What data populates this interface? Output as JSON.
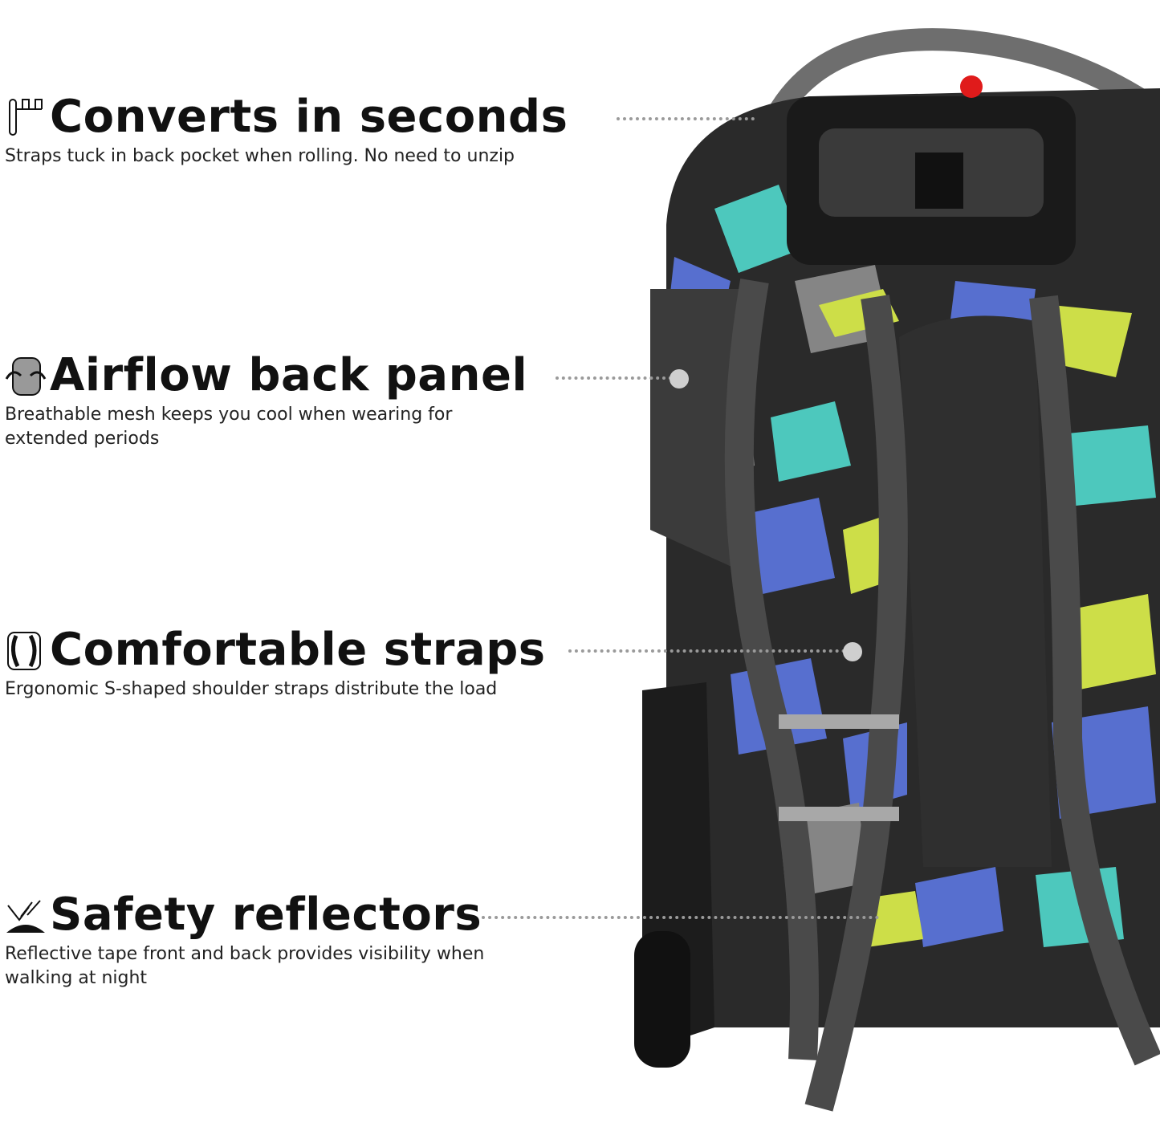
{
  "features": [
    {
      "icon": "telescoping-handle-icon",
      "title": "Converts in seconds",
      "description": "Straps tuck in back pocket when rolling. No need to unzip"
    },
    {
      "icon": "airflow-panel-icon",
      "title": "Airflow back panel",
      "description": "Breathable mesh keeps you cool when wearing for extended periods"
    },
    {
      "icon": "s-strap-icon",
      "title": "Comfortable straps",
      "description": "Ergonomic S-shaped shoulder straps distribute the load"
    },
    {
      "icon": "reflector-icon",
      "title": "Safety reflectors",
      "description": "Reflective tape front and back provides visibility when walking at night"
    }
  ],
  "product": {
    "name_icon": "rolling-backpack-image",
    "colors": {
      "black": "#1e1e1e",
      "gray": "#8a8a8a",
      "blue": "#5a73d8",
      "teal": "#4fd1c5",
      "yellow": "#d6e84a",
      "handle_button": "#e01b1b"
    }
  }
}
